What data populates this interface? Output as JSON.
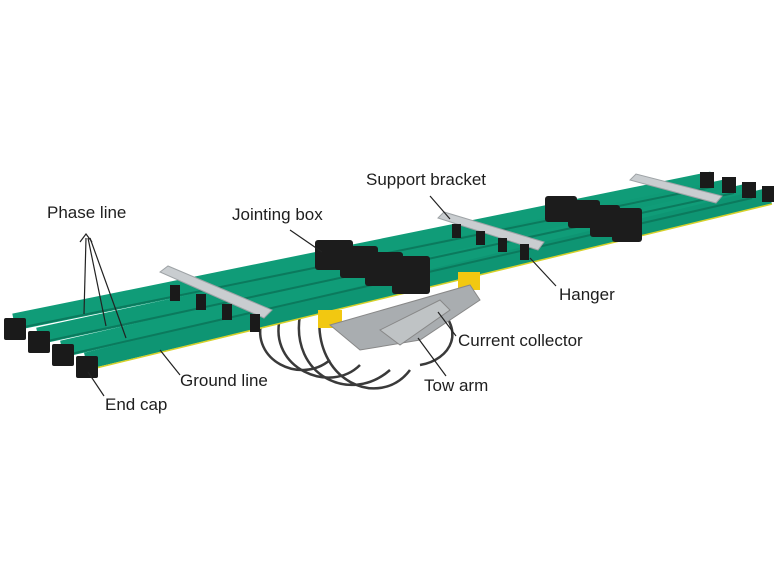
{
  "title": "Enclosed conductor rail system",
  "labels": {
    "phase_line": "Phase line",
    "jointing_box": "Jointing box",
    "support_bracket": "Support bracket",
    "hanger": "Hanger",
    "current_collector": "Current collector",
    "tow_arm": "Tow arm",
    "ground_line": "Ground line",
    "end_cap": "End cap"
  },
  "colors": {
    "rail": "#109c78",
    "rail_shade": "#0b7a5d",
    "ground_stripe": "#d6d12a",
    "cap": "#1a1a1a",
    "bracket": "#c9cdd0",
    "collector": "#f2c811",
    "arm": "#a9adb0"
  }
}
